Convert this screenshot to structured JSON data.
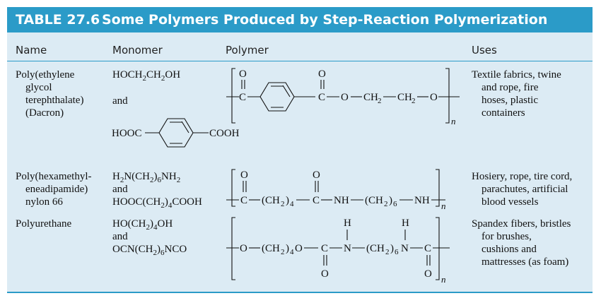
{
  "table": {
    "number": "TABLE 27.6",
    "title": "Some Polymers Produced by Step-Reaction Polymerization"
  },
  "columns": {
    "name": "Name",
    "monomer": "Monomer",
    "polymer": "Polymer",
    "uses": "Uses"
  },
  "rows": [
    {
      "name_lines": [
        "Poly(ethylene",
        "glycol",
        "terephthalate)",
        "(Dacron)"
      ],
      "monomer_1": "HOCH₂CH₂OH",
      "monomer_and": "and",
      "monomer_2_left": "HOOC",
      "monomer_2_right": "COOH",
      "polymer_formula": "–[–C(=O)–C₆H₄–C(=O)–O–CH₂–CH₂–O–]ₙ–",
      "uses_lines": [
        "Textile fabrics, twine",
        "and rope, fire",
        "hoses, plastic",
        "containers"
      ]
    },
    {
      "name_lines": [
        "Poly(hexamethyl-",
        "eneadipamide)",
        "nylon 66"
      ],
      "monomer_1": "H₂N(CH₂)₆NH₂",
      "monomer_and": "and",
      "monomer_2": "HOOC(CH₂)₄COOH",
      "polymer_formula": "–[–C(=O)–(CH₂)₄–C(=O)–NH–(CH₂)₆–NH–]ₙ–",
      "uses_lines": [
        "Hosiery, rope, tire cord,",
        "parachutes, artificial",
        "blood vessels"
      ]
    },
    {
      "name_lines": [
        "Polyurethane"
      ],
      "monomer_1": "HO(CH₂)₄OH",
      "monomer_and": "and",
      "monomer_2": "OCN(CH₂)₆NCO",
      "polymer_formula": "–[–O–(CH₂)₄O–C(=O)–N(H)–(CH₂)₆N(H)–C(=O)–]ₙ–",
      "uses_lines": [
        "Spandex fibers, bristles",
        "for brushes,",
        "cushions and",
        "mattresses (as foam)"
      ]
    }
  ]
}
